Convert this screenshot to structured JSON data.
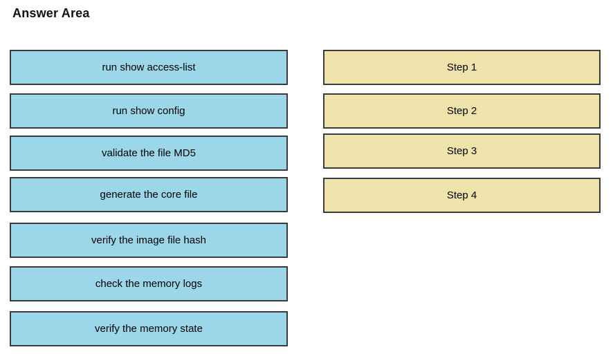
{
  "title": "Answer Area",
  "colors": {
    "option_bg": "#9bd7e8",
    "target_bg": "#eee3ab",
    "border": "#3b3b3b"
  },
  "options": [
    {
      "label": "run show access-list"
    },
    {
      "label": "run show config"
    },
    {
      "label": "validate the file MD5"
    },
    {
      "label": "generate the core file"
    },
    {
      "label": "verify the image file hash"
    },
    {
      "label": "check the memory logs"
    },
    {
      "label": "verify the memory state"
    }
  ],
  "targets": [
    {
      "label": "Step 1"
    },
    {
      "label": "Step 2"
    },
    {
      "label": "Step 3"
    },
    {
      "label": "Step 4"
    }
  ]
}
